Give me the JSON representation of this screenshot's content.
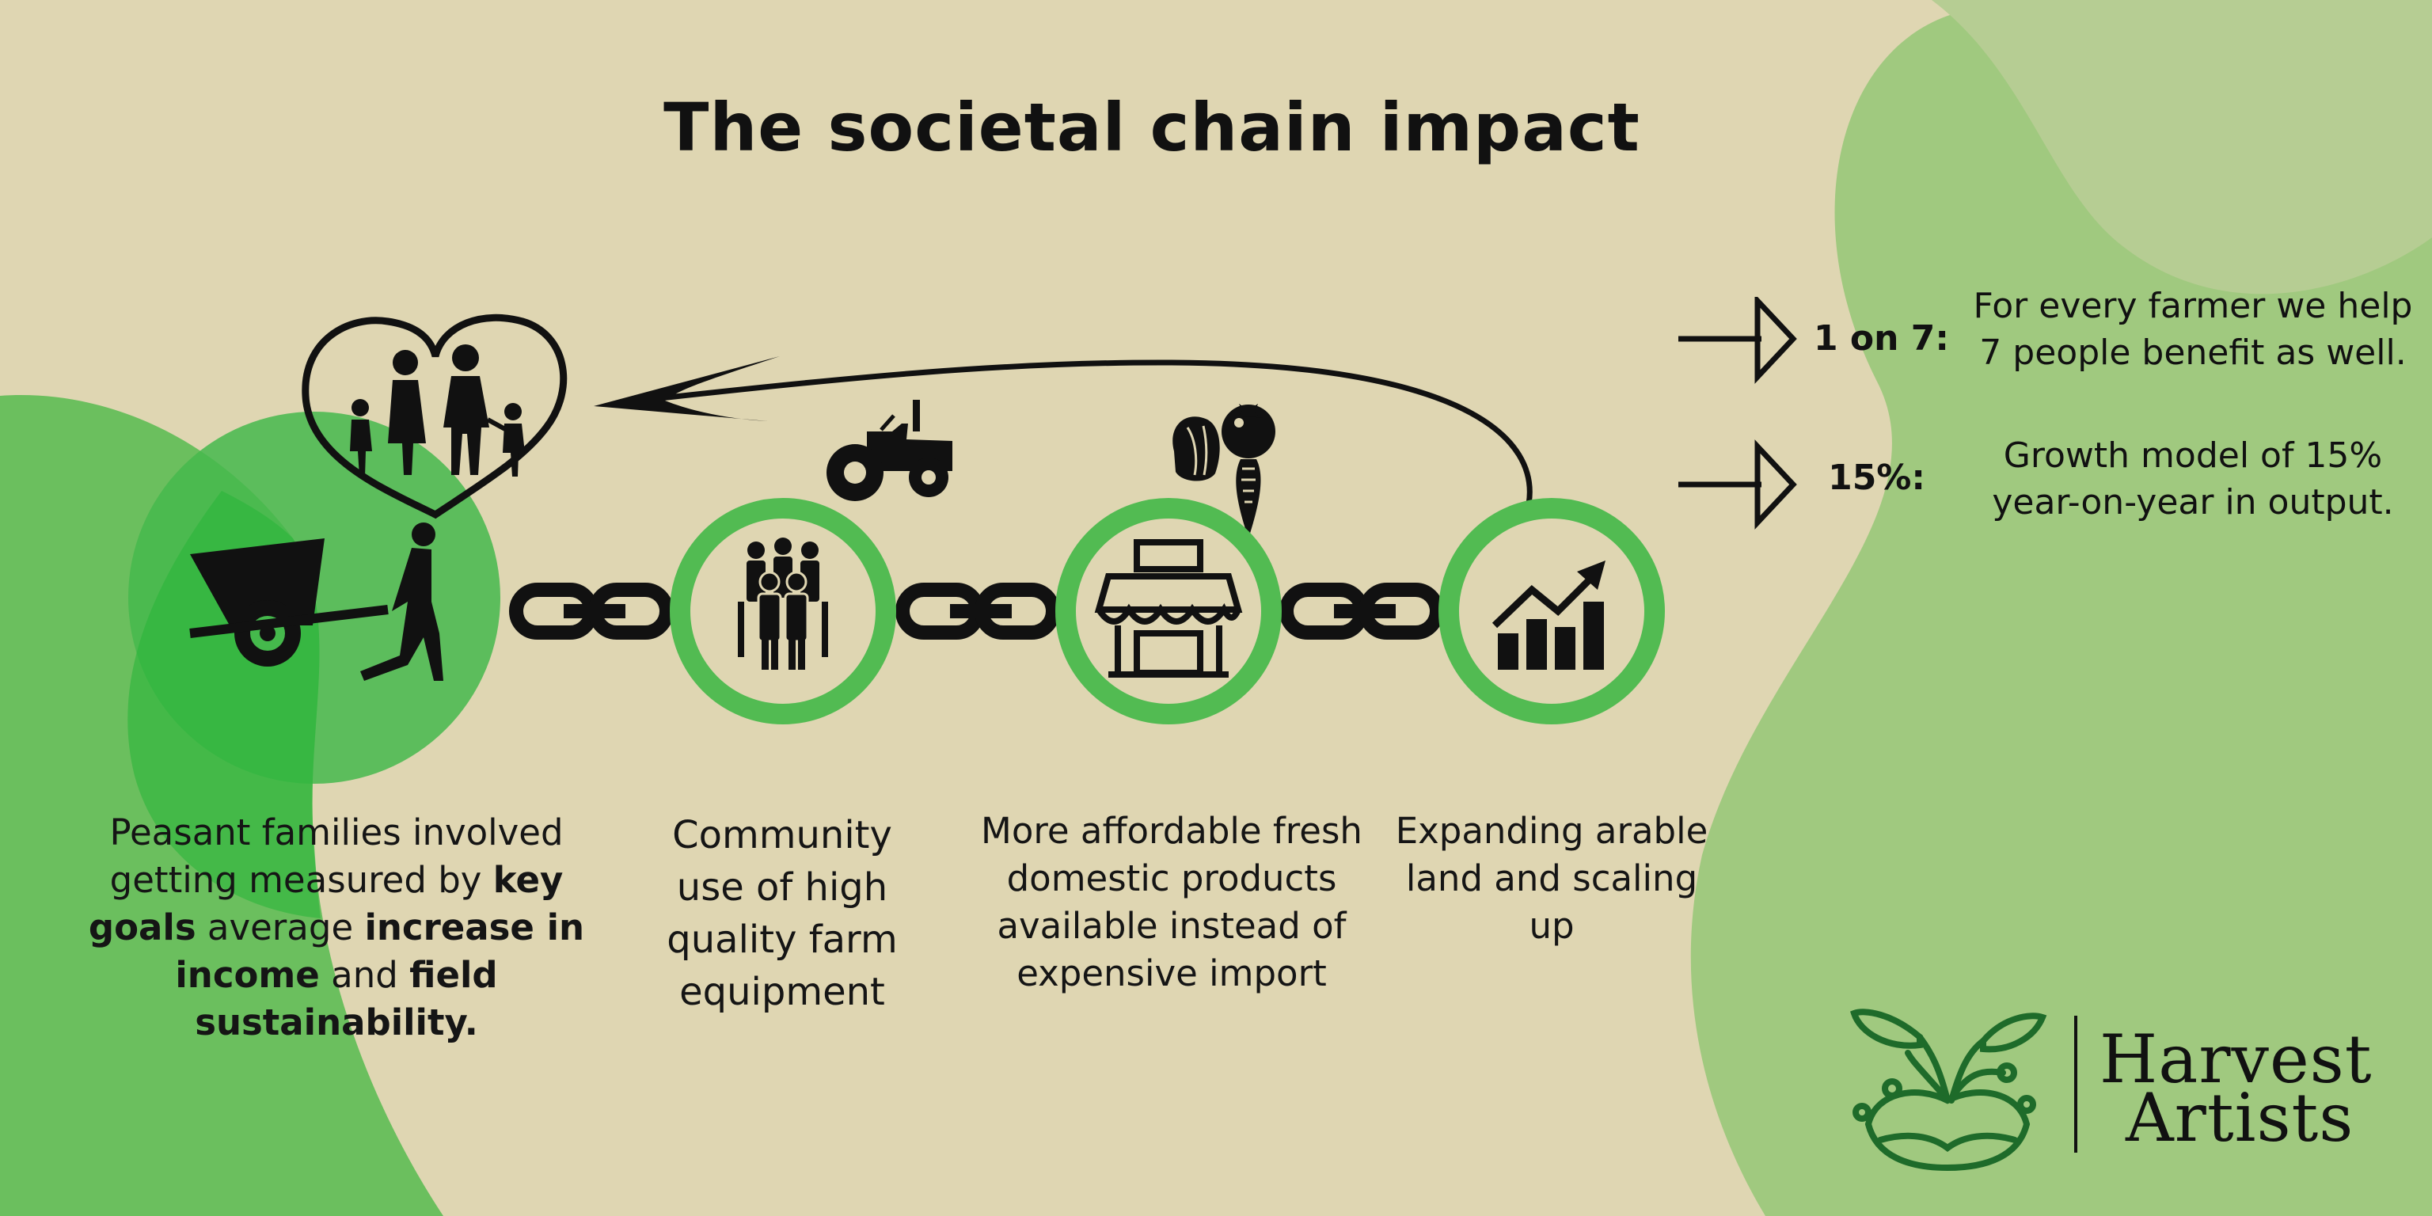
{
  "title": "The societal chain impact",
  "stages": [
    {
      "id": "peasant-families",
      "icon": "cart-farmer-icon",
      "caption_parts": [
        {
          "text": "Peasant families involved getting measured by ",
          "bold": false
        },
        {
          "text": "key goals",
          "bold": true
        },
        {
          "text": " average ",
          "bold": false
        },
        {
          "text": "increase in income",
          "bold": true
        },
        {
          "text": " and ",
          "bold": false
        },
        {
          "text": "field sustainability.",
          "bold": true
        }
      ]
    },
    {
      "id": "community",
      "icon": "people-group-icon",
      "caption": "Community use of high quality farm equipment"
    },
    {
      "id": "affordable-products",
      "icon": "market-stall-icon",
      "caption": "More affordable fresh domestic products available instead of expensive import"
    },
    {
      "id": "expanding-land",
      "icon": "growth-chart-icon",
      "caption": "Expanding arable land and scaling up"
    }
  ],
  "decor_icons": [
    "family-heart-icon",
    "tractor-icon",
    "vegetables-icon",
    "curved-arrow-icon",
    "chain-link-icon"
  ],
  "stats": [
    {
      "label": "1 on 7:",
      "text": "For every farmer we help 7 people benefit as well."
    },
    {
      "label": "15%:",
      "text": "Growth model of 15% year-on-year in output."
    }
  ],
  "brand": {
    "line1": "Harvest",
    "line2": "Artists",
    "icon": "sprout-logo-icon"
  },
  "colors": {
    "background": "#dfd6b2",
    "light_green": "#a0c97f",
    "mid_green": "#6bbf5e",
    "ring_green": "#52bb52",
    "bright_green": "#2ab53b",
    "logo_green": "#1e6b2a",
    "ink": "#111111"
  }
}
